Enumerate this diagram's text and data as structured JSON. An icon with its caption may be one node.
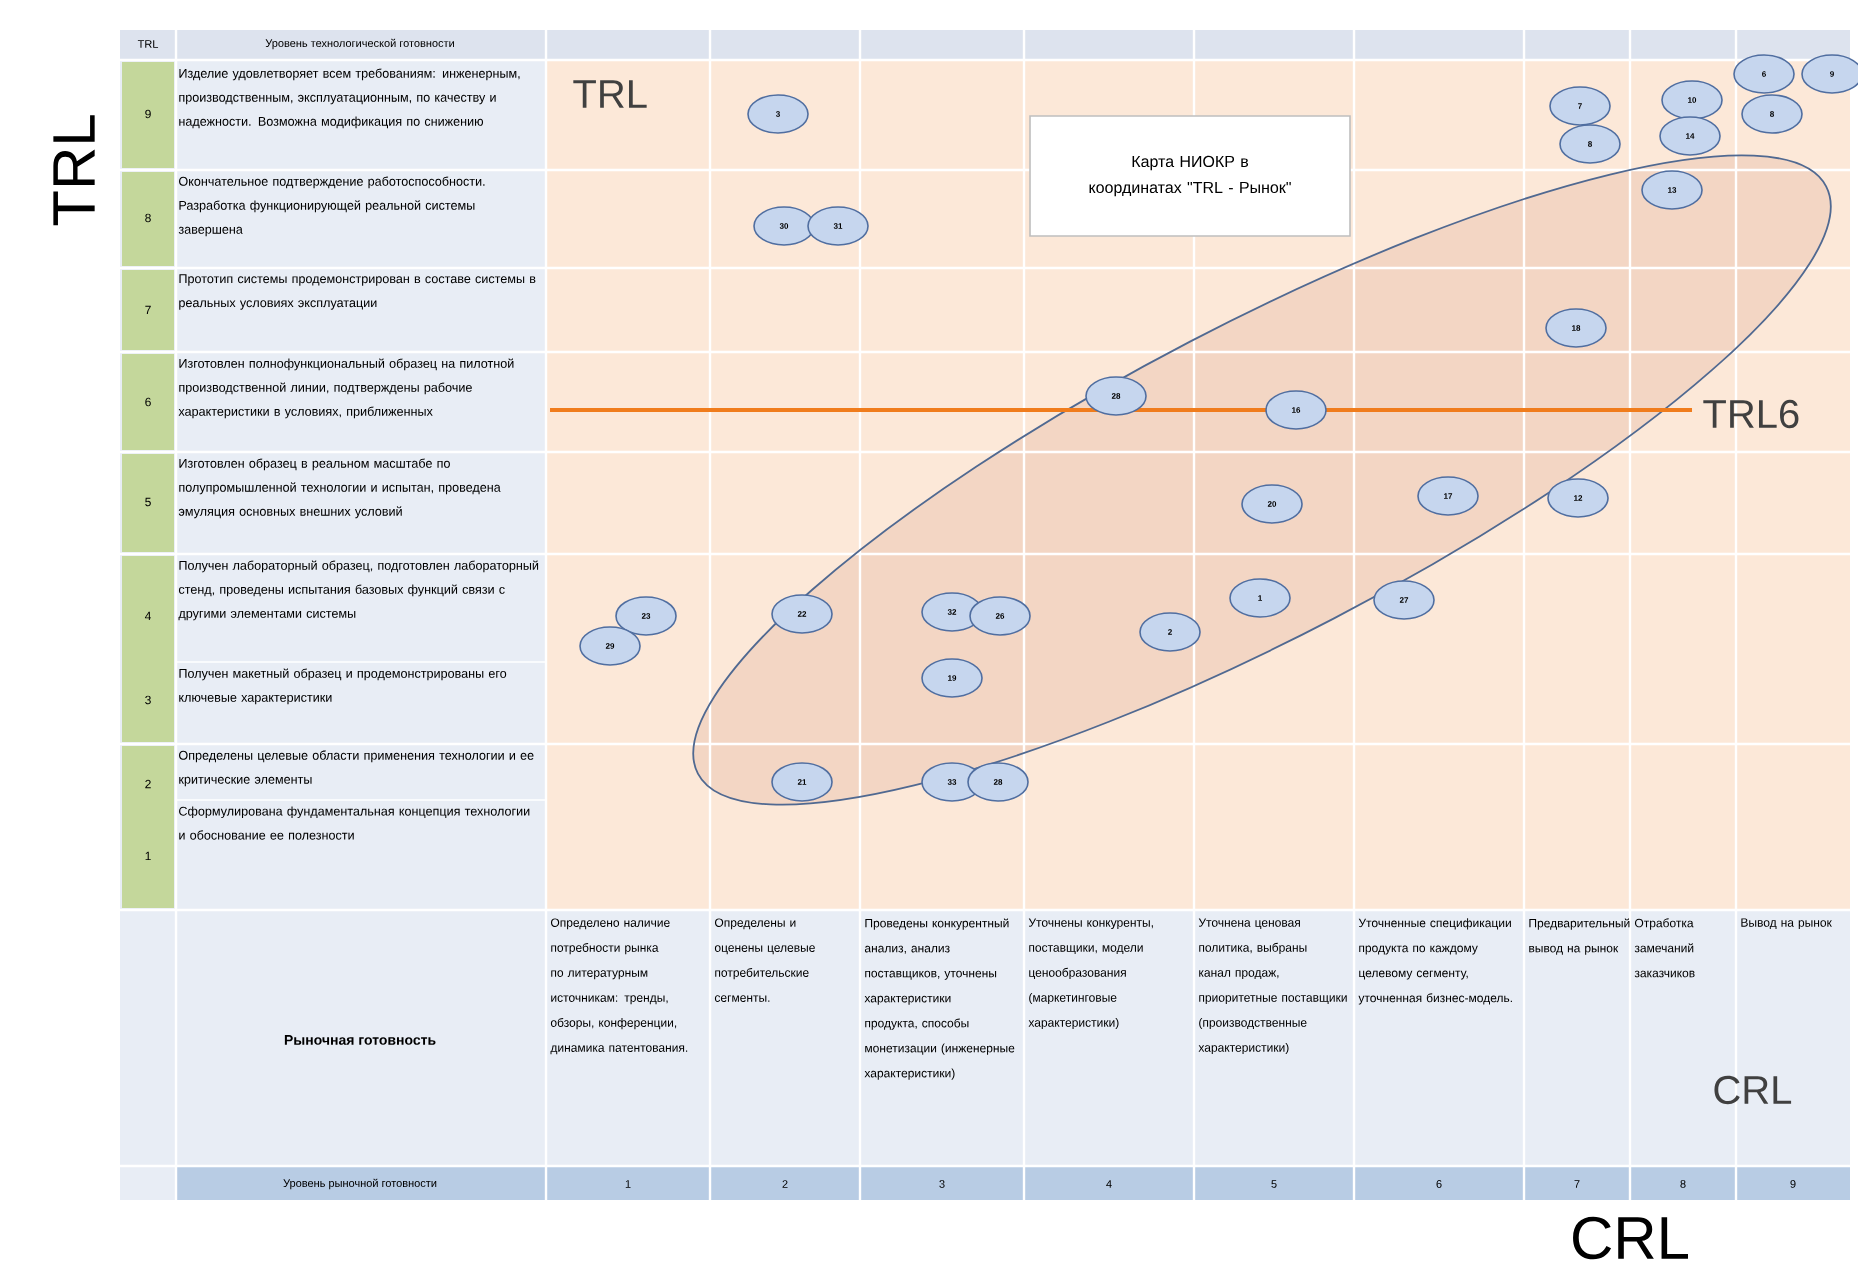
{
  "diagram": {
    "nodes": [
      {
        "text": [
          "Карта НИОКР в координатах \"TRL - Рынок\""
        ]
      },
      {
        "text": [
          "3"
        ]
      },
      {
        "text": [
          "30"
        ]
      },
      {
        "text": [
          "31"
        ]
      },
      {
        "text": [
          "6"
        ]
      },
      {
        "text": [
          "9"
        ]
      },
      {
        "text": [
          "7"
        ]
      },
      {
        "text": [
          "10"
        ]
      },
      {
        "text": [
          "8"
        ]
      },
      {
        "text": [
          "14"
        ]
      },
      {
        "text": [
          "8"
        ]
      },
      {
        "text": [
          "13"
        ]
      },
      {
        "text": [
          "18"
        ]
      },
      {
        "text": [
          "28"
        ]
      },
      {
        "text": [
          "16"
        ]
      },
      {
        "text": [
          "17"
        ]
      },
      {
        "text": [
          "12"
        ]
      },
      {
        "text": [
          "20"
        ]
      },
      {
        "text": [
          "1"
        ]
      },
      {
        "text": [
          "27"
        ]
      },
      {
        "text": [
          "22"
        ]
      },
      {
        "text": [
          "32"
        ]
      },
      {
        "text": [
          "26"
        ]
      },
      {
        "text": [
          "23"
        ]
      },
      {
        "text": [
          "2"
        ]
      },
      {
        "text": [
          "29"
        ]
      },
      {
        "text": [
          "19"
        ]
      },
      {
        "text": [
          "21"
        ]
      },
      {
        "text": [
          "33"
        ]
      },
      {
        "text": [
          "28"
        ]
      }
    ],
    "labels": [
      "TRL",
      "TRL",
      "Уровень технологической готовности",
      "TRL",
      "9",
      "Изделие удовлетворяет всем требованиям: инженерным, производственным, эксплуатационным, по качеству и надежности. Возможна модификация по снижению",
      "8",
      "Окончательное подтверждение работоспособности. Разработка функционирующей реальной системы завершена",
      "7",
      "Прототип системы продемонстрирован в составе системы в реальных условиях эксплуатации",
      "6",
      "Изготовлен полнофункциональный образец на пилотной производственной линии, подтверждены рабочие характеристики в условиях, приближенных",
      "5",
      "Изготовлен образец в реальном масштабе по полупромышленной технологии и испытан, проведена эмуляция основных внешних условий",
      "4",
      "Получен лабораторный образец, подготовлен лабораторный стенд, проведены испытания базовых функций связи с другими элементами системы",
      "3",
      "Получен макетный образец и продемонстрированы его ключевые характеристики",
      "2",
      "Определены целевые области применения технологии и ее критические элементы",
      "1",
      "Сформулирована фундаментальная концепция технологии и обоснование ее полезности",
      "TRL6",
      "Рыночная готовность",
      "Определено наличие потребности рынка по литературным источникам: тренды, обзоры, конференции, динамика патентования.",
      "Определены и оценены целевые потребительские сегменты.",
      "Проведены конкурентный анализ, анализ поставщиков, уточнены характеристики продукта, способы монетизации (инженерные характеристики)",
      "Уточнены конкуренты, поставщики, модели ценообразования (маркетинговые характеристики)",
      "Уточнена ценовая политика, выбраны канал продаж, приоритетные поставщики (производственные характеристики)",
      "Уточненные спецификации продукта по каждому целевому сегменту, уточненная бизнес-модель.",
      "Предварительный вывод на рынок",
      "Отработка замечаний заказчиков",
      "Вывод на рынок",
      "CRL",
      "Уровень рыночной готовности",
      "1",
      "2",
      "3",
      "4",
      "5",
      "6",
      "7",
      "8",
      "9",
      "CRL"
    ]
  }
}
